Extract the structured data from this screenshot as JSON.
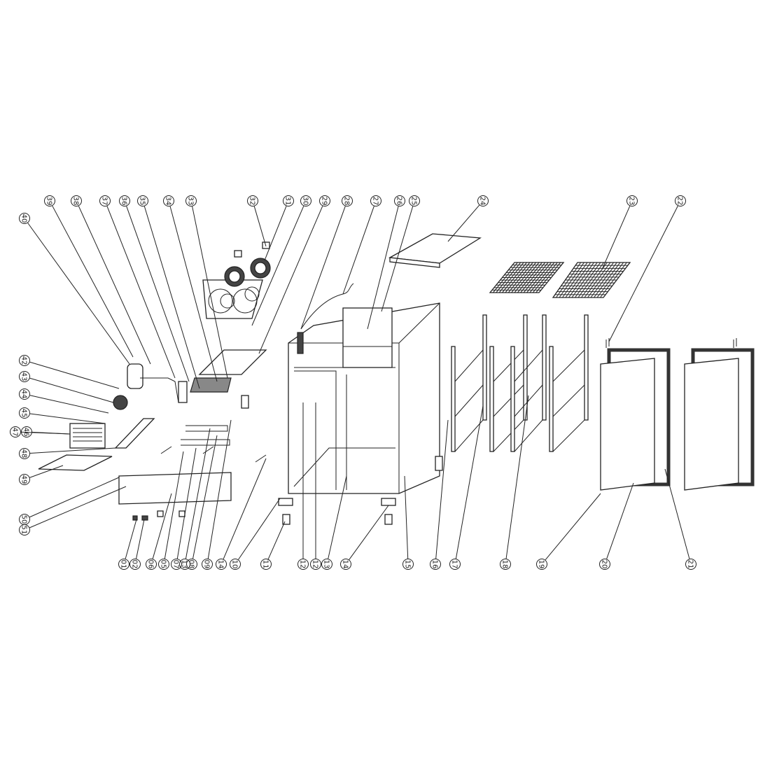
{
  "diagram": {
    "type": "exploded-parts-view",
    "callouts": [
      "39",
      "38",
      "37",
      "36",
      "35",
      "34",
      "33",
      "32",
      "31",
      "30",
      "29",
      "28",
      "27",
      "26",
      "25",
      "24",
      "23",
      "22",
      "40",
      "42",
      "43",
      "44",
      "45",
      "47",
      "46",
      "48",
      "49",
      "50",
      "51",
      "01",
      "02",
      "06",
      "05",
      "07",
      "13",
      "08",
      "09",
      "14",
      "10",
      "11",
      "12",
      "12",
      "13",
      "14",
      "15",
      "16",
      "17",
      "18",
      "19",
      "20",
      "21"
    ]
  }
}
